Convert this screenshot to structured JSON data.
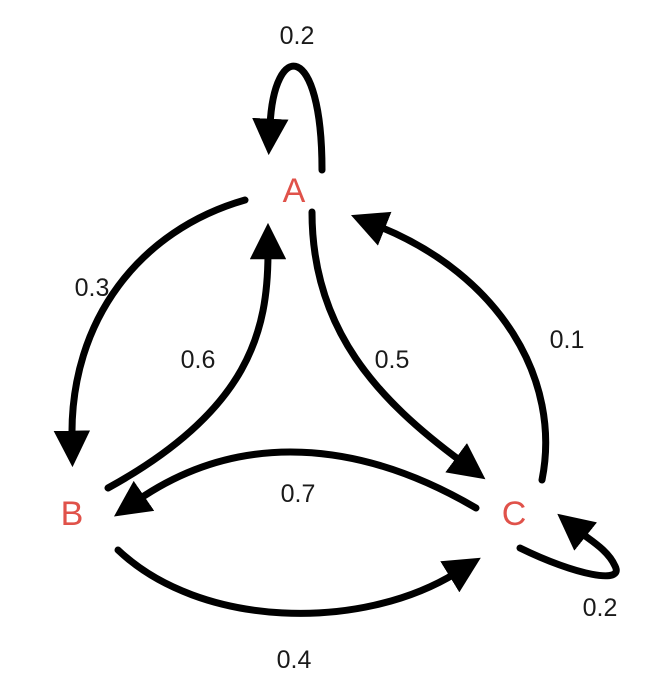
{
  "colors": {
    "node_label": "#e0524a",
    "edge": "#000000",
    "edge_label": "#1a1a1a",
    "background": "#ffffff"
  },
  "nodes": {
    "a": {
      "label": "A"
    },
    "b": {
      "label": "B"
    },
    "c": {
      "label": "C"
    }
  },
  "edges": [
    {
      "from": "A",
      "to": "A",
      "weight": "0.2"
    },
    {
      "from": "A",
      "to": "B",
      "weight": "0.3"
    },
    {
      "from": "B",
      "to": "A",
      "weight": "0.6"
    },
    {
      "from": "A",
      "to": "C",
      "weight": "0.5"
    },
    {
      "from": "C",
      "to": "A",
      "weight": "0.1"
    },
    {
      "from": "C",
      "to": "B",
      "weight": "0.7"
    },
    {
      "from": "B",
      "to": "C",
      "weight": "0.4"
    },
    {
      "from": "C",
      "to": "C",
      "weight": "0.2"
    }
  ]
}
